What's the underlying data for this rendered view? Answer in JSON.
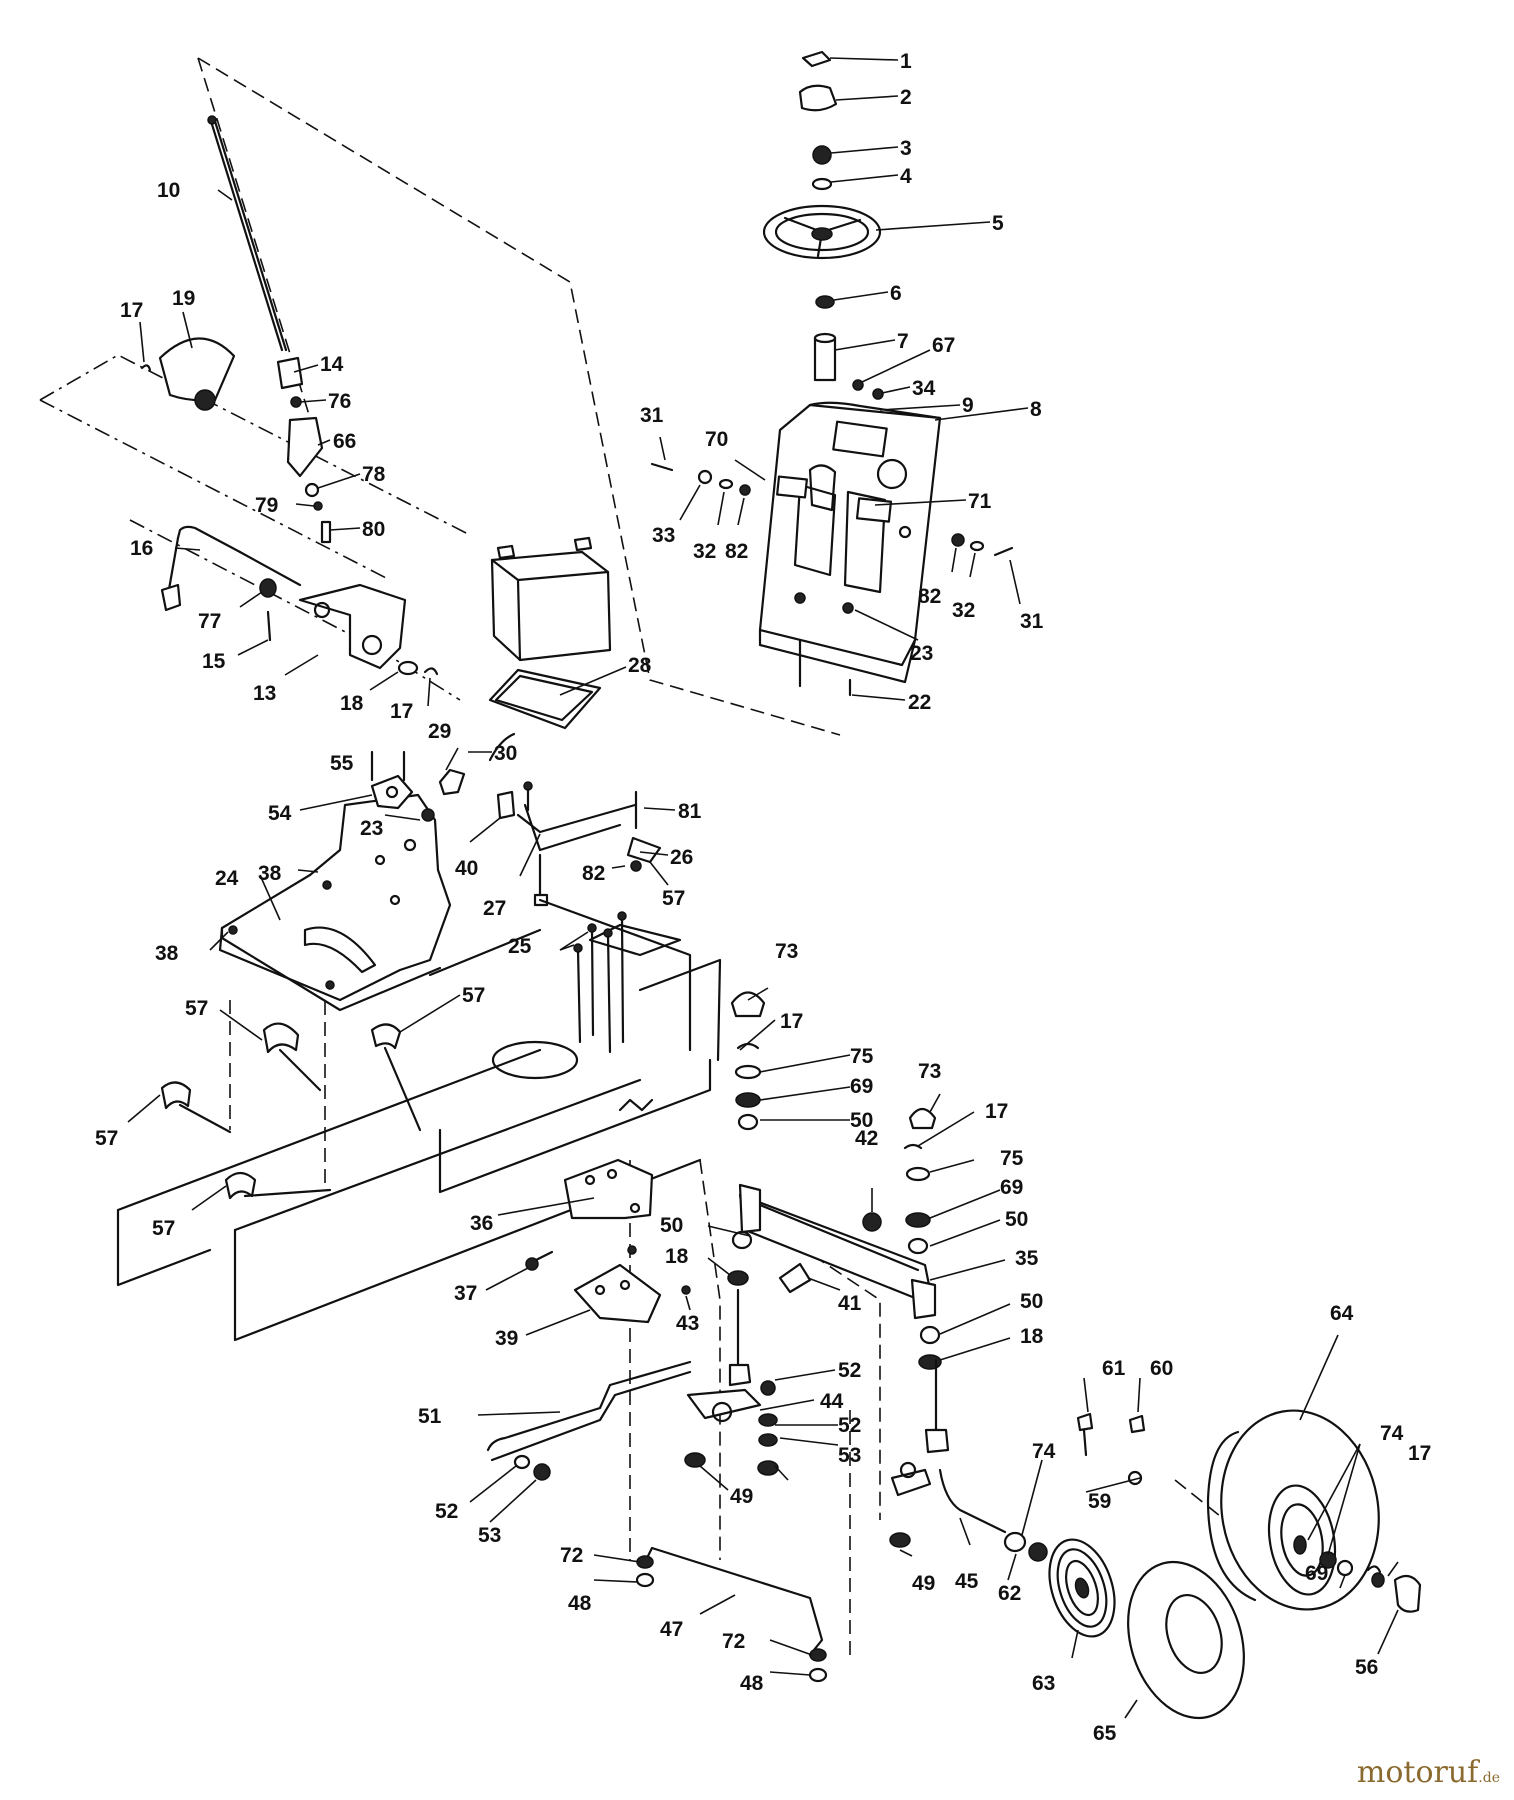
{
  "callouts": {
    "n1": "1",
    "n2": "2",
    "n3": "3",
    "n4": "4",
    "n5": "5",
    "n6": "6",
    "n7": "7",
    "n8": "8",
    "n9": "9",
    "n10": "10",
    "n13": "13",
    "n14": "14",
    "n15": "15",
    "n16": "16",
    "n17": "17",
    "n18": "18",
    "n19": "19",
    "n22": "22",
    "n23": "23",
    "n24": "24",
    "n25": "25",
    "n26": "26",
    "n27": "27",
    "n28": "28",
    "n29": "29",
    "n30": "30",
    "n31": "31",
    "n32": "32",
    "n33": "33",
    "n34": "34",
    "n35": "35",
    "n36": "36",
    "n37": "37",
    "n38": "38",
    "n39": "39",
    "n40": "40",
    "n41": "41",
    "n42": "42",
    "n43": "43",
    "n44": "44",
    "n45": "45",
    "n47": "47",
    "n48": "48",
    "n49": "49",
    "n50": "50",
    "n51": "51",
    "n52": "52",
    "n53": "53",
    "n54": "54",
    "n55": "55",
    "n56": "56",
    "n57": "57",
    "n59": "59",
    "n60": "60",
    "n61": "61",
    "n62": "62",
    "n63": "63",
    "n64": "64",
    "n65": "65",
    "n66": "66",
    "n67": "67",
    "n69": "69",
    "n70": "70",
    "n71": "71",
    "n72": "72",
    "n73": "73",
    "n74": "74",
    "n75": "75",
    "n76": "76",
    "n77": "77",
    "n78": "78",
    "n79": "79",
    "n80": "80",
    "n81": "81",
    "n82": "82"
  },
  "watermark": {
    "brand": "motoruf",
    "suffix": ".de",
    "color": "#8a6a2e"
  }
}
